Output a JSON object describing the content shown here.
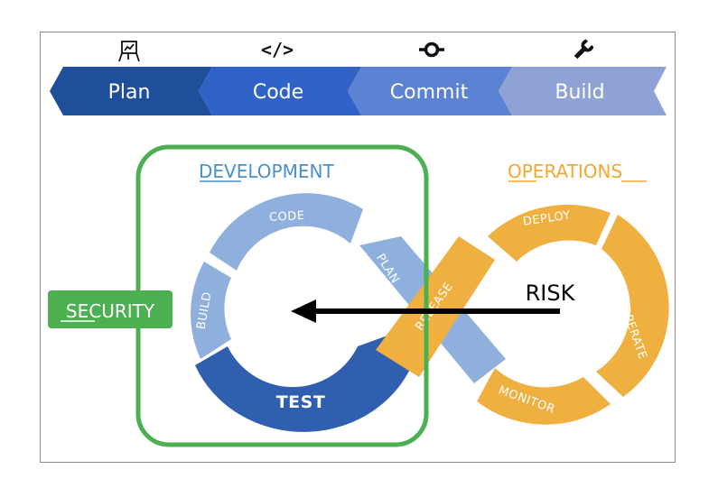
{
  "pipeline": {
    "stages": [
      {
        "label": "Plan",
        "icon": "easel-chart-icon",
        "color": "#1f4e9b"
      },
      {
        "label": "Code",
        "icon": "code-brackets-icon",
        "color": "#2f63c8"
      },
      {
        "label": "Commit",
        "icon": "git-commit-icon",
        "color": "#5b82d3"
      },
      {
        "label": "Build",
        "icon": "wrench-icon",
        "color": "#8ea2d6"
      }
    ]
  },
  "diagram": {
    "development": {
      "title": "DEVELOPMENT",
      "color": "#4a90c8",
      "box_color": "#4caf50",
      "segments": {
        "code": "CODE",
        "plan": "PLAN",
        "build": "BUILD",
        "test": "TEST"
      }
    },
    "operations": {
      "title": "OPERATIONS",
      "color": "#f0a830",
      "segments": {
        "deploy": "DEPLOY",
        "operate": "OPERATE",
        "monitor": "MONITOR",
        "release": "RELEASE"
      }
    },
    "security": {
      "label": "SECURITY",
      "color": "#4caf50"
    },
    "risk": {
      "label": "RISK"
    }
  }
}
